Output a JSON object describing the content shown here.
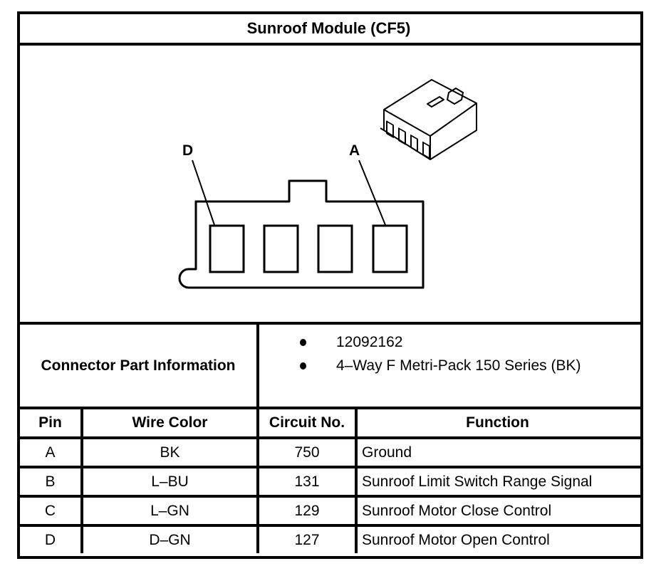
{
  "title": "Sunroof Module (CF5)",
  "diagram": {
    "label_left": "D",
    "label_right": "A",
    "cavities": 4
  },
  "connector_info": {
    "label": "Connector Part Information",
    "items": [
      "12092162",
      "4–Way F Metri-Pack 150 Series (BK)"
    ]
  },
  "table": {
    "headers": [
      "Pin",
      "Wire Color",
      "Circuit No.",
      "Function"
    ],
    "rows": [
      {
        "pin": "A",
        "wire_color": "BK",
        "circuit": "750",
        "function": "Ground"
      },
      {
        "pin": "B",
        "wire_color": "L–BU",
        "circuit": "131",
        "function": "Sunroof Limit Switch Range Signal"
      },
      {
        "pin": "C",
        "wire_color": "L–GN",
        "circuit": "129",
        "function": "Sunroof Motor Close Control"
      },
      {
        "pin": "D",
        "wire_color": "D–GN",
        "circuit": "127",
        "function": "Sunroof Motor Open Control"
      }
    ]
  }
}
